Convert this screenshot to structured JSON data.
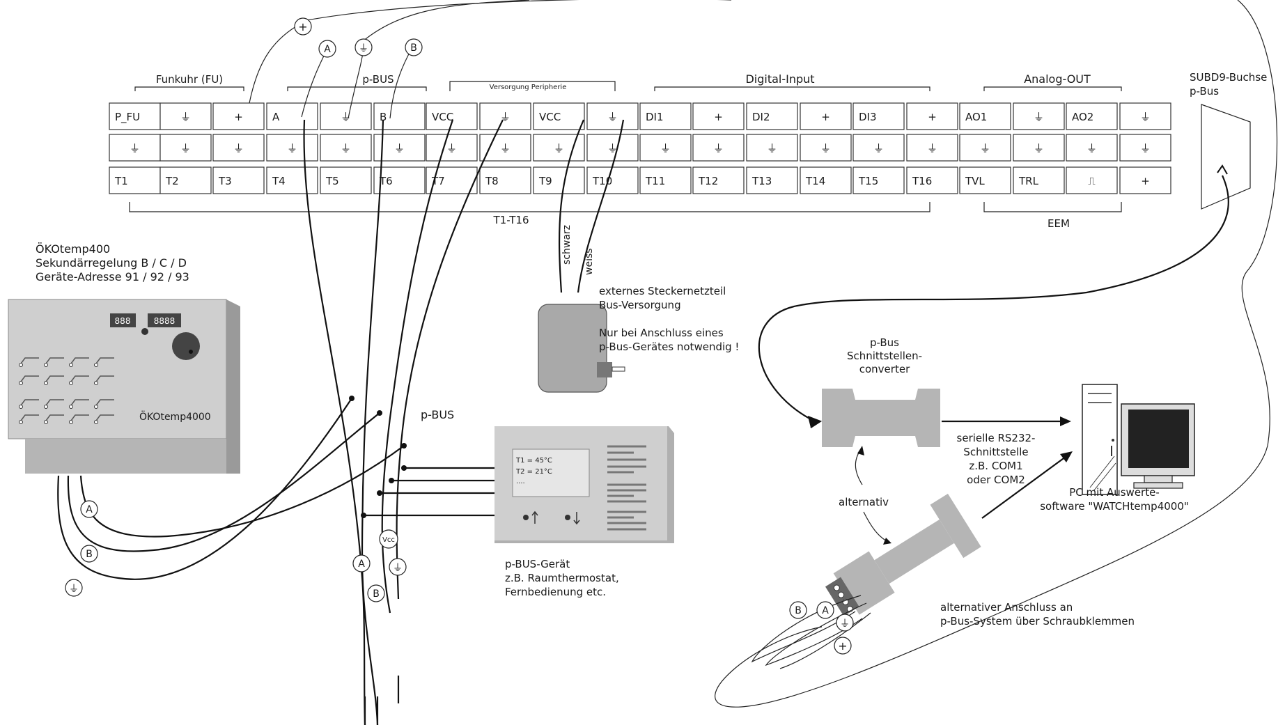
{
  "groups": [
    {
      "label": "Funkuhr (FU)"
    },
    {
      "label": "p-BUS"
    },
    {
      "label": "Versorgung Peripherie"
    },
    {
      "label": "Digital-Input"
    },
    {
      "label": "Analog-OUT"
    }
  ],
  "terminals": {
    "row1": [
      "P_FU",
      "⏚",
      "+",
      "A",
      "⏚",
      "B",
      "VCC",
      "⏚",
      "VCC",
      "⏚",
      "DI1",
      "+",
      "DI2",
      "+",
      "DI3",
      "+",
      "AO1",
      "⏚",
      "AO2",
      "⏚"
    ],
    "row2": [
      "⏚",
      "⏚",
      "⏚",
      "⏚",
      "⏚",
      "⏚",
      "⏚",
      "⏚",
      "⏚",
      "⏚",
      "⏚",
      "⏚",
      "⏚",
      "⏚",
      "⏚",
      "⏚",
      "⏚",
      "⏚",
      "⏚",
      "⏚"
    ],
    "row3": [
      "T1",
      "T2",
      "T3",
      "T4",
      "T5",
      "T6",
      "T7",
      "T8",
      "T9",
      "T10",
      "T11",
      "T12",
      "T13",
      "T14",
      "T15",
      "T16",
      "TVL",
      "TRL",
      "⎍",
      "+"
    ],
    "range_t": "T1-T16",
    "range_eem": "EEM"
  },
  "subd": {
    "line1": "SUBD9-Buchse",
    "line2": "p-Bus"
  },
  "controller": {
    "line1": "ÖKOtemp400",
    "line2": "Sekundärregelung B / C / D",
    "line3": "Geräte-Adresse 91 / 92 / 93",
    "display1": "888",
    "display2": "8888",
    "panel_label": "ÖKOtemp4000"
  },
  "cable_labels": {
    "black": "schwarz",
    "white": "weiss"
  },
  "psu": {
    "line1": "externes Steckernetzteil",
    "line2": "Bus-Versorgung",
    "line3": "Nur bei Anschluss eines",
    "line4": "p-Bus-Gerätes notwendig !"
  },
  "pbus_label": "p-BUS",
  "device": {
    "screen1": "T1 = 45°C",
    "screen2": "T2 = 21°C",
    "screen3": "....",
    "line1": "p-BUS-Gerät",
    "line2": "z.B. Raumthermostat,",
    "line3": "Fernbedienung etc."
  },
  "converter": {
    "line1": "p-Bus",
    "line2": "Schnittstellen-",
    "line3": "converter"
  },
  "serial": {
    "line1": "serielle RS232-",
    "line2": "Schnittstelle",
    "line3": "z.B. COM1",
    "line4": "oder COM2"
  },
  "pc": {
    "line1": "PC mit Auswerte-",
    "line2": "software \"WATCHtemp4000\""
  },
  "alternativ": "alternativ",
  "alt_connection": {
    "line1": "alternativer Anschluss an",
    "line2": "p-Bus-System über Schraubklemmen"
  },
  "symbols": {
    "plus": "+",
    "ground": "⏚",
    "A": "A",
    "B": "B",
    "vcc": "Vcc"
  }
}
